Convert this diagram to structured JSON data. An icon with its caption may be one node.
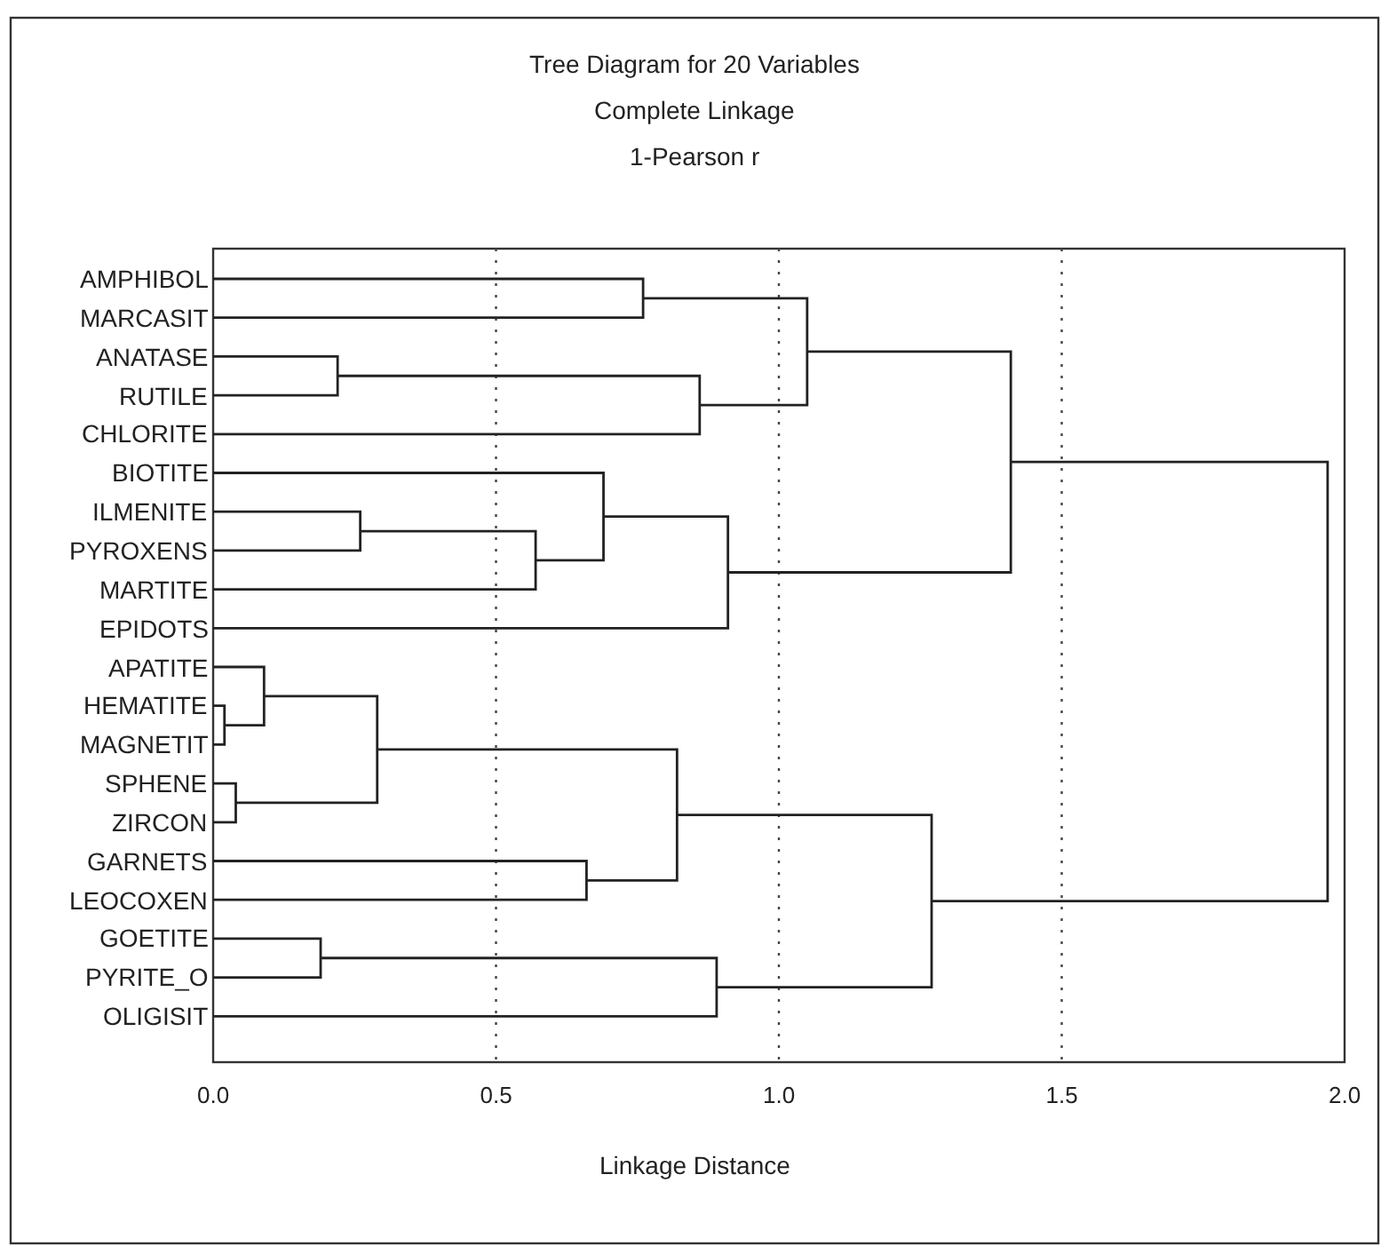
{
  "diagram": {
    "title": "Tree Diagram for 20 Variables",
    "labels": [
      "Complete Linkage",
      "1-Pearson r",
      "AMPHIBOL",
      "MARCASIT",
      "ANATASE",
      "RUTILE",
      "CHLORITE",
      "BIOTITE",
      "ILMENITE",
      "PYROXENS",
      "MARTITE",
      "EPIDOTS",
      "APATITE",
      "HEMATITE",
      "MAGNETIT",
      "SPHENE",
      "ZIRCON",
      "GARNETS",
      "LEOCOXEN",
      "GOETITE",
      "PYRITE_O",
      "OLIGISIT",
      "0.0",
      "0.5",
      "1.0",
      "1.5",
      "2.0",
      "Linkage Distance"
    ]
  }
}
